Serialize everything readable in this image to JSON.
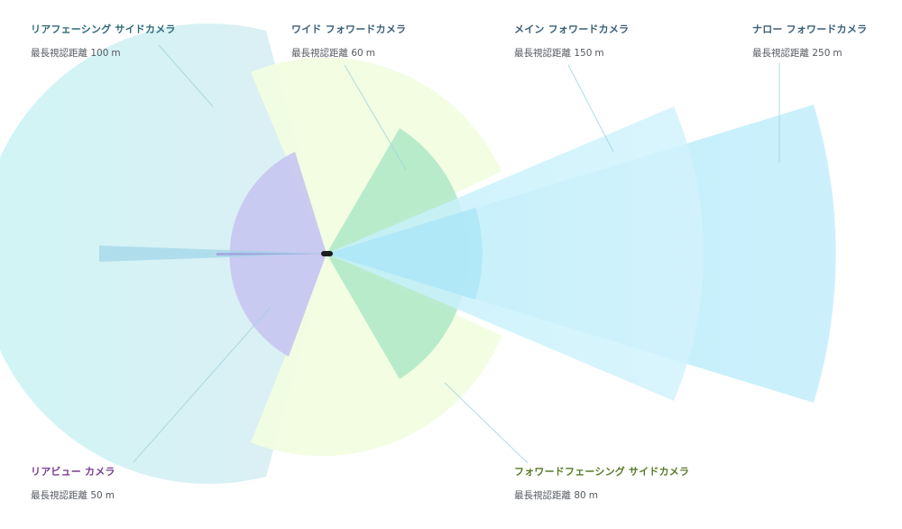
{
  "cameras": {
    "rear_side": {
      "title": "リアフェーシング サイドカメラ",
      "range_label": "最長視認距離",
      "range_value": "100",
      "unit": "m",
      "title_color": "#2e6b78",
      "fill_color": "#9fe7f0"
    },
    "wide_forward": {
      "title": "ワイド フォワードカメラ",
      "range_label": "最長視認距離",
      "range_value": "60",
      "unit": "m",
      "title_color": "#3a5f78",
      "fill_color": "#c5f0a0"
    },
    "main_forward": {
      "title": "メイン フォワードカメラ",
      "range_label": "最長視認距離",
      "range_value": "150",
      "unit": "m",
      "title_color": "#3a5f78",
      "fill_color": "#8fdaf5"
    },
    "narrow_forward": {
      "title": "ナロー フォワードカメラ",
      "range_label": "最長視認距離",
      "range_value": "250",
      "unit": "m",
      "title_color": "#3a5f78",
      "fill_color": "#8fdaf5"
    },
    "rear_view": {
      "title": "リアビュー カメラ",
      "range_label": "最長視認距離",
      "range_value": "50",
      "unit": "m",
      "title_color": "#7a3b8e",
      "fill_color": "#b9a9e8"
    },
    "forward_side": {
      "title": "フォワードフェーシング サイドカメラ",
      "range_label": "最長視認距離",
      "range_value": "80",
      "unit": "m",
      "title_color": "#5a7a2a",
      "fill_color": "#a8e6c0"
    }
  },
  "vehicle": {
    "color": "#1d1d1d"
  }
}
